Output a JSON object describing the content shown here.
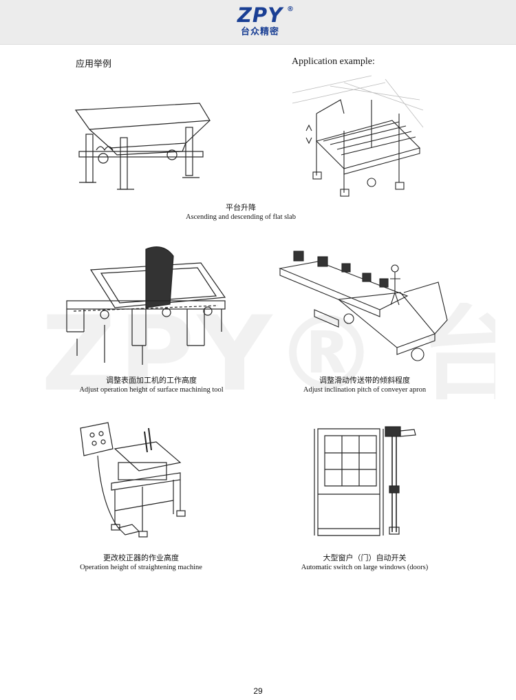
{
  "header": {
    "logo_text": "ZPY",
    "logo_mark": "®",
    "logo_cn": "台众精密"
  },
  "section": {
    "title_cn": "应用举例",
    "title_en": "Application example:"
  },
  "watermark": "ZPY® 台众",
  "examples": [
    {
      "cn": "平台升降",
      "en": "Ascending and descending of flat slab"
    },
    {
      "cn": "调整表面加工机的工作高度",
      "en": "Adjust operation height of surface machining tool"
    },
    {
      "cn": "调整滑动传送带的倾斜程度",
      "en": "Adjust inclination pitch of conveyer apron"
    },
    {
      "cn": "更改校正器的作业高度",
      "en": "Operation height of straightening machine"
    },
    {
      "cn": "大型窗户（门）自动开关",
      "en": "Automatic switch on large windows (doors)"
    }
  ],
  "page_number": "29"
}
